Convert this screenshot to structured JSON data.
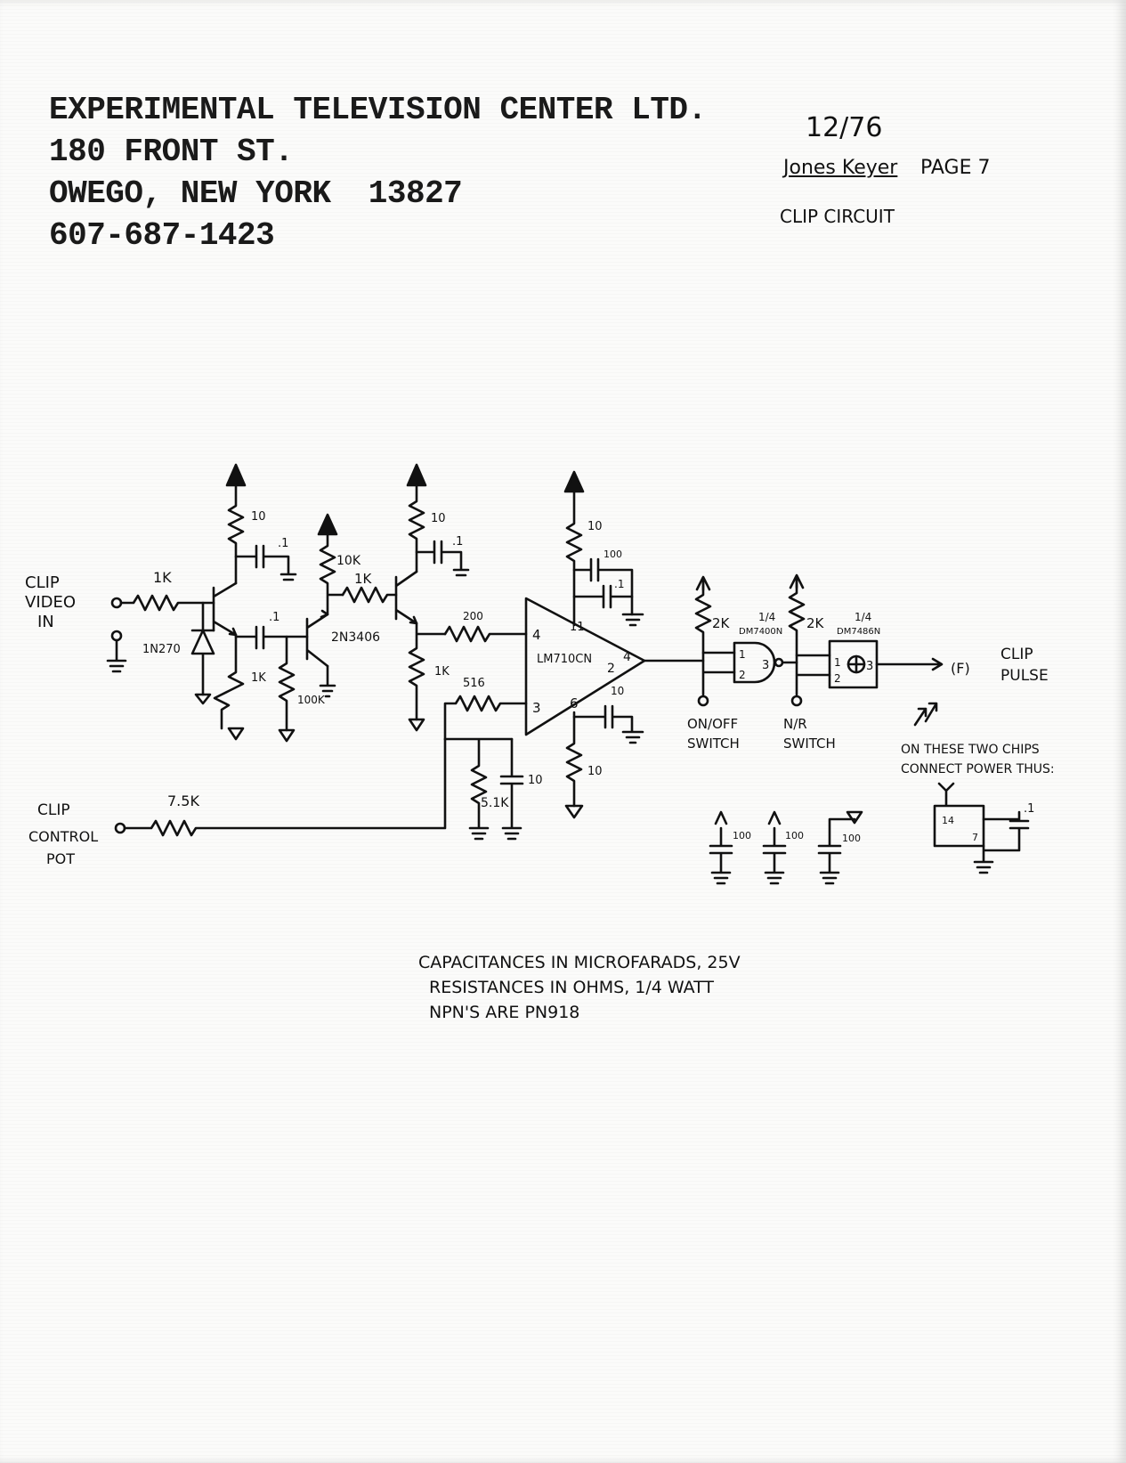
{
  "header": {
    "line1": "EXPERIMENTAL TELEVISION CENTER LTD.",
    "line2": "180 FRONT ST.",
    "line3": "OWEGO, NEW YORK  13827",
    "line4": "607-687-1423"
  },
  "corner": {
    "date": "12/76",
    "author": "Jones Keyer",
    "page": "PAGE 7",
    "subtitle": "CLIP CIRCUIT"
  },
  "schematic": {
    "input_label_1": "CLIP",
    "input_label_2": "VIDEO",
    "input_label_3": "IN",
    "r_in": "1K",
    "diode": "1N270",
    "r_e1_top": "10",
    "c1": ".1",
    "r_e1_bottom": "1K",
    "c2": ".1",
    "r_base2": "100K",
    "r_10k": "10K",
    "r_1k_mid": "1K",
    "transistor_pnp": "2N3406",
    "r_e3_top": "10",
    "c3": ".1",
    "r_e3_bottom": "1K",
    "r_200": "200",
    "r_516": "516",
    "pin4": "4",
    "pin3": "3",
    "pin11": "11",
    "pin6": "6",
    "pin2": "2",
    "pin4_out": "4",
    "opamp": "LM710CN",
    "r_top_opamp": "10",
    "c_100": "100",
    "c_top_small": ".1",
    "c_bottom_small": "10",
    "r_bottom_opamp": "10",
    "r_51k": "5.1K",
    "c_10": "10",
    "control_label_1": "CLIP",
    "control_label_2": "CONTROL",
    "control_label_3": "POT",
    "r_control": "7.5K",
    "r_2k_a": "2K",
    "gate1_frac": "1/4",
    "gate1_chip": "DM7400N",
    "gate1_pin1": "1",
    "gate1_pin2": "2",
    "gate1_pin3": "3",
    "sw1_1": "ON/OFF",
    "sw1_2": "SWITCH",
    "r_2k_b": "2K",
    "gate2_frac": "1/4",
    "gate2_chip": "DM7486N",
    "gate2_pin1": "1",
    "gate2_pin2": "2",
    "gate2_pin3": "3",
    "sw2_1": "N/R",
    "sw2_2": "SWITCH",
    "out_tag": "(F)",
    "out_1": "CLIP",
    "out_2": "PULSE",
    "note_1": "ON THESE TWO CHIPS",
    "note_2": "CONNECT POWER THUS:",
    "pwr_pin14": "14",
    "pwr_pin7": "7",
    "pwr_cap": ".1",
    "bypass_1": "100",
    "bypass_2": "100",
    "bypass_3": "100"
  },
  "notes": {
    "line1": "CAPACITANCES IN MICROFARADS, 25V",
    "line2": "RESISTANCES IN OHMS, 1/4 WATT",
    "line3": "NPN'S ARE PN918"
  }
}
